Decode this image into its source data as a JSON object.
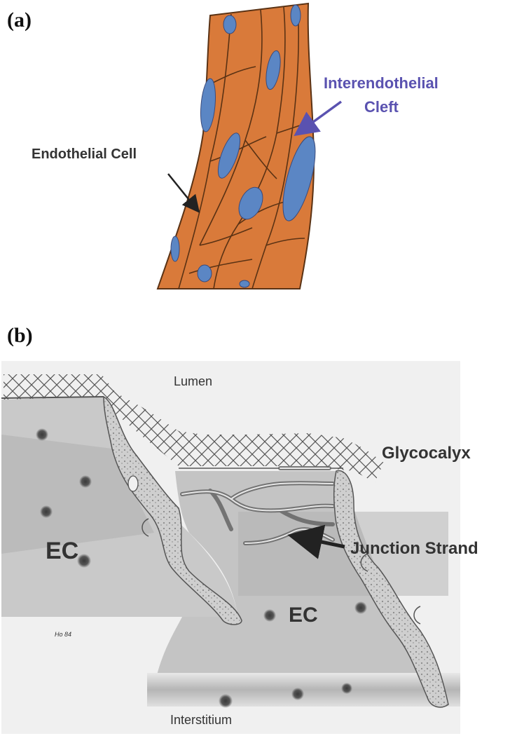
{
  "panel_a": {
    "label": "(a)",
    "endothelial_cell_label": "Endothelial Cell",
    "cleft_label_line1": "Interendothelial",
    "cleft_label_line2": "Cleft"
  },
  "panel_b": {
    "label": "(b)",
    "lumen_label": "Lumen",
    "glycocalyx_label": "Glycocalyx",
    "ec_left_label": "EC",
    "ec_right_label": "EC",
    "junction_strand_label": "Junction Strand",
    "interstitium_label": "Interstitium",
    "signature": "Ho 84"
  },
  "colors": {
    "cell_orange": "#d97a3a",
    "nucleus_blue": "#5b86c4",
    "outline": "#5a3214",
    "cleft_arrow": "#5a52b0",
    "dark_arrow": "#222222"
  }
}
